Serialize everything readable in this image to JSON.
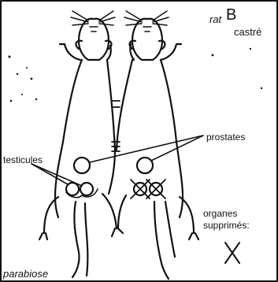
{
  "labels": {
    "rat_prefix": "rat",
    "rat_letter": "B",
    "castrated": "castré",
    "prostates": "prostates",
    "testicles": "testicules",
    "removed_organs_line1": "organes",
    "removed_organs_line2": "supprimés:",
    "parabiosis": "parabiose"
  },
  "legend": {
    "removed_symbol": "cross-mark"
  },
  "colors": {
    "ink": "#111111",
    "background": "#ffffff"
  }
}
